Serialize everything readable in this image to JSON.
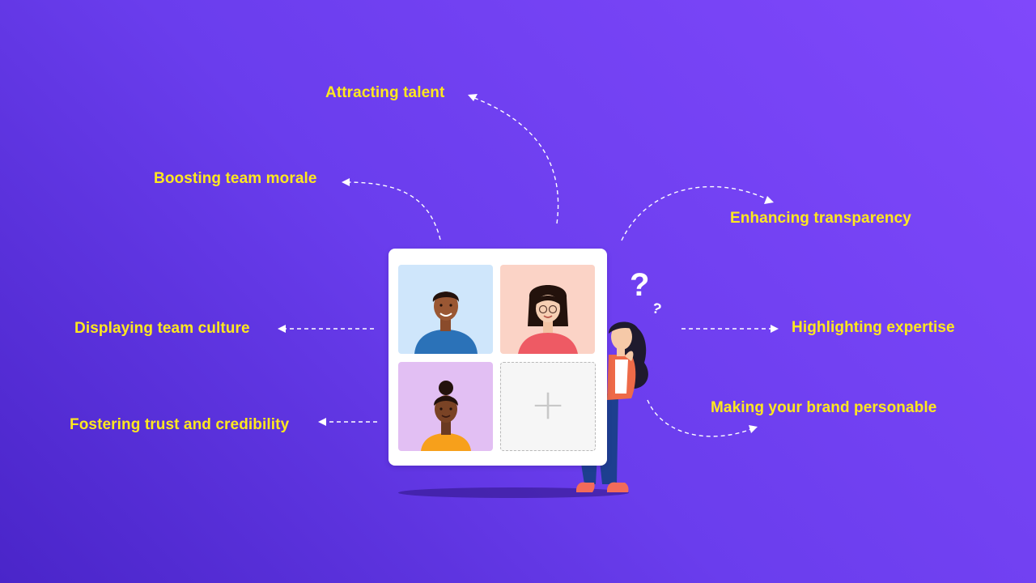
{
  "labels": {
    "attracting_talent": "Attracting talent",
    "boosting_team_morale": "Boosting team morale",
    "enhancing_transparency": "Enhancing transparency",
    "displaying_team_culture": "Displaying team culture",
    "highlighting_expertise": "Highlighting expertise",
    "fostering_trust": "Fostering trust and credibility",
    "making_brand_personable": "Making your brand personable"
  },
  "board": {
    "add_symbol": "+",
    "tile_colors": [
      "#cfe6fb",
      "#fbd3c6",
      "#e2bff3",
      "#f6f6f6"
    ]
  },
  "figure": {
    "question_big": "?",
    "question_small": "?"
  },
  "colors": {
    "label_text": "#ffe81f",
    "background_start": "#4a25c9",
    "background_end": "#8048fb"
  }
}
